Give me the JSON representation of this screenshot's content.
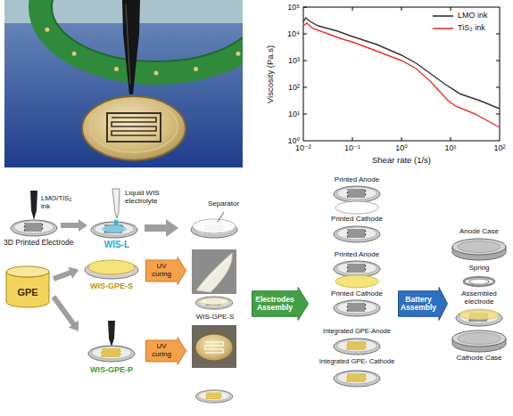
{
  "diagram": {
    "nodes": [
      {
        "text": [
          "GPE"
        ]
      },
      {
        "text": [
          "UV curing"
        ]
      },
      {
        "text": [
          "UV curing"
        ]
      },
      {
        "text": [
          "Electrodes Assembly"
        ]
      },
      {
        "text": [
          "Battery Assembly"
        ]
      }
    ],
    "labels": [
      "10⁵",
      "10⁴",
      "10³",
      "10²",
      "10¹",
      "10⁰",
      "Viscosity (Pa.s)",
      "10⁻²",
      "10⁻¹",
      "10⁰",
      "10¹",
      "10²",
      "Shear rate (1/s)",
      "LMO/TiS₂ ink",
      "Liquid WIS electrolyte",
      "Separator",
      "3D Printed Electrode",
      "WIS-L",
      "Printed Anode",
      "Printed Cathode",
      "WIS-GPE-S",
      "WIS-GPE-S",
      "Printed Anode",
      "Printed Cathode",
      "WIS-GPE-P",
      "Integrated GPE-Anode",
      "Integrated GPE- Cathode",
      "Anode Case",
      "Spring",
      "Assembled electrode",
      "Cathode Case"
    ],
    "legend": [
      {
        "text": "LMO ink"
      },
      {
        "text": "TiS₂ ink"
      }
    ]
  }
}
